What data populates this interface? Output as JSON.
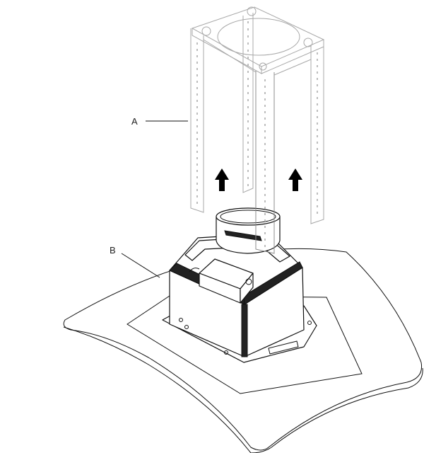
{
  "diagram": {
    "labels": [
      {
        "id": "A",
        "text": "A"
      },
      {
        "id": "B",
        "text": "B"
      }
    ],
    "arrow_direction": "up",
    "arrow_count": 2
  }
}
